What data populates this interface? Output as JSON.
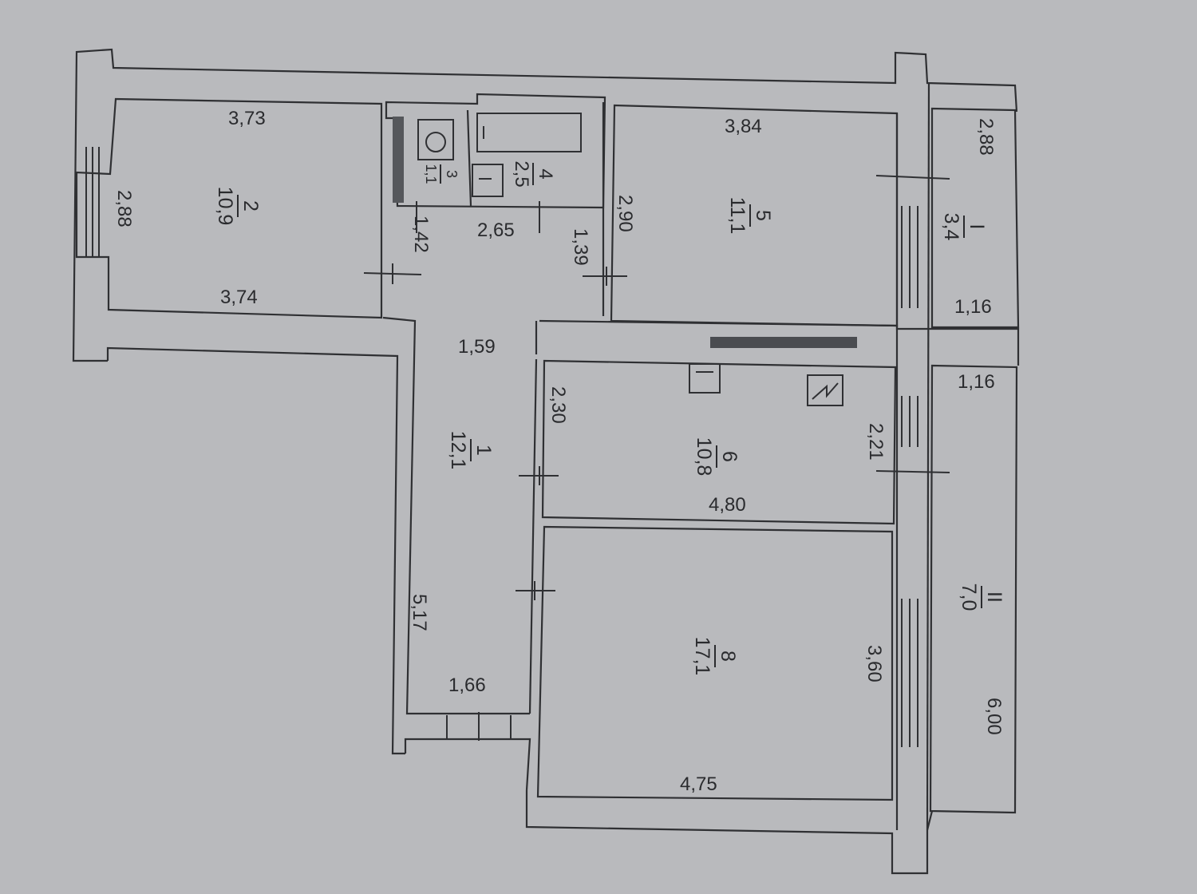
{
  "dimensions": {
    "d_3_73": "3,73",
    "d_2_88_left": "2,88",
    "d_3_74": "3,74",
    "d_1_42": "1,42",
    "d_2_65": "2,65",
    "d_1_39": "1,39",
    "d_2_90": "2,90",
    "d_3_84": "3,84",
    "d_2_88_right": "2,88",
    "d_1_16_top": "1,16",
    "d_1_59": "1,59",
    "d_2_30": "2,30",
    "d_4_80": "4,80",
    "d_2_21": "2,21",
    "d_1_16_bottom": "1,16",
    "d_5_17": "5,17",
    "d_1_66": "1,66",
    "d_3_60": "3,60",
    "d_4_75": "4,75",
    "d_6_00": "6,00"
  },
  "rooms": [
    {
      "id": "2",
      "area": "10,9"
    },
    {
      "id": "3",
      "area": "1,1"
    },
    {
      "id": "4",
      "area": "2,5"
    },
    {
      "id": "5",
      "area": "11,1"
    },
    {
      "id": "I",
      "area": "3,4"
    },
    {
      "id": "1",
      "area": "12,1"
    },
    {
      "id": "6",
      "area": "10,8"
    },
    {
      "id": "8",
      "area": "17,1"
    },
    {
      "id": "II",
      "area": "7,0"
    }
  ]
}
